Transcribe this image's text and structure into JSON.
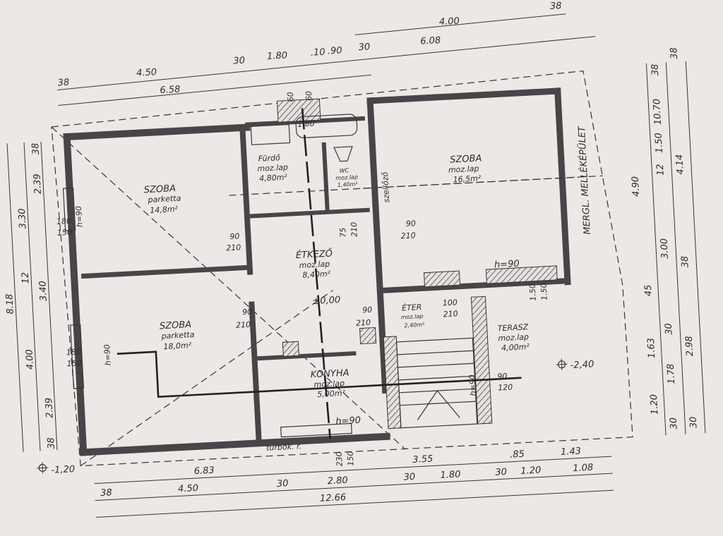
{
  "rooms": {
    "szoba1": {
      "name": "SZOBA",
      "floor": "parketta",
      "area": "14,8m²"
    },
    "szoba2": {
      "name": "SZOBA",
      "floor": "parketta",
      "area": "18,0m²"
    },
    "furdo": {
      "name": "Fürdő",
      "floor": "moz.lap",
      "area": "4,80m²"
    },
    "wc": {
      "name": "WC",
      "floor": "moz.lap",
      "area": "1,40m²"
    },
    "etkezo": {
      "name": "ÉTKEZŐ",
      "floor": "moz.lap",
      "area": "8,40m²"
    },
    "szoba3": {
      "name": "SZOBA",
      "floor": "moz.lap",
      "area": "16,5m²"
    },
    "eter": {
      "name": "ÉTER",
      "floor": "moz.lap",
      "area": "2,40m²"
    },
    "konyha": {
      "name": "KONYHA",
      "floor": "moz.lap",
      "area": "5,00m²"
    },
    "terasz": {
      "name": "TERASZ",
      "floor": "moz.lap",
      "area": "4,00m²"
    }
  },
  "annotations": {
    "mellekepulet": "MERGL. MELLÉKÉPÜLET",
    "szellozo": "szellőző",
    "turbo": "turbók. r.",
    "level_0": "±0,00",
    "level_m240": "-2,40",
    "level_m120": "-1,20",
    "h90": "h=90",
    "frac_90_210": [
      "90",
      "210"
    ],
    "frac_180_150": [
      "180",
      "150"
    ],
    "frac_90_120": [
      "90",
      "120"
    ],
    "frac_100_210": [
      "100",
      "210"
    ],
    "frac_60_60": [
      "60",
      "60"
    ],
    "frac_75_210": [
      "75",
      "210"
    ],
    "frac_230_150": [
      "230",
      "150"
    ],
    "frac_150_150": [
      "1.50",
      "1.50"
    ],
    "furdo_dim": "1.80"
  },
  "dims_top": {
    "row1": [
      "4.00",
      "38"
    ],
    "row2": [
      "4.50",
      "30",
      "1.80",
      ".10",
      ".90",
      "30",
      "6.08"
    ],
    "row3": [
      "38",
      "6.58"
    ]
  },
  "dims_bottom": {
    "row1": [
      "6.83",
      "3.55",
      ".85",
      "1.43"
    ],
    "row2": [
      "38",
      "4.50",
      "30",
      "2.80",
      "30",
      "1.80",
      "30",
      "1.20",
      "1.08"
    ],
    "row3": [
      "12.66"
    ]
  },
  "dims_left": {
    "outer": "8.18",
    "mid": [
      "3.30",
      "12",
      "4.00"
    ],
    "inner": [
      "38",
      "2.39",
      "3.40",
      "2.39",
      "38"
    ]
  },
  "dims_right": {
    "a": [
      "38",
      "10.70",
      "1.50",
      "12",
      "3.00",
      "45",
      "1.63",
      "1.20"
    ],
    "b": [
      "4.90",
      "30",
      "1.78",
      "30"
    ],
    "c": [
      "38",
      "4.14",
      "38",
      "2.98",
      "30"
    ]
  }
}
